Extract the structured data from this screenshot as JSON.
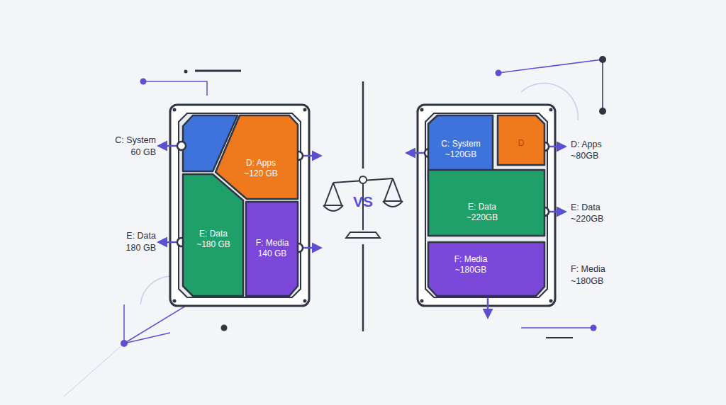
{
  "diagram": {
    "nodes": [
      {
        "text": [
          "D: Apps",
          "~120 GB"
        ]
      },
      {
        "text": [
          "E: Data",
          "~180 GB"
        ]
      },
      {
        "text": [
          "F: Media",
          "140 GB"
        ]
      },
      {
        "text": [
          "C: System",
          "~120GB"
        ]
      },
      {
        "text": [
          "D"
        ]
      },
      {
        "text": [
          "E: Data",
          "~220GB"
        ]
      },
      {
        "text": [
          "F: Media",
          "~180GB"
        ]
      }
    ],
    "labels": [
      "C: System",
      "60 GB",
      "E: Data",
      "180 GB",
      "D: Apps",
      "~80GB",
      "E: Data",
      "~220GB",
      "F: Media",
      "~180GB",
      "VS"
    ]
  }
}
